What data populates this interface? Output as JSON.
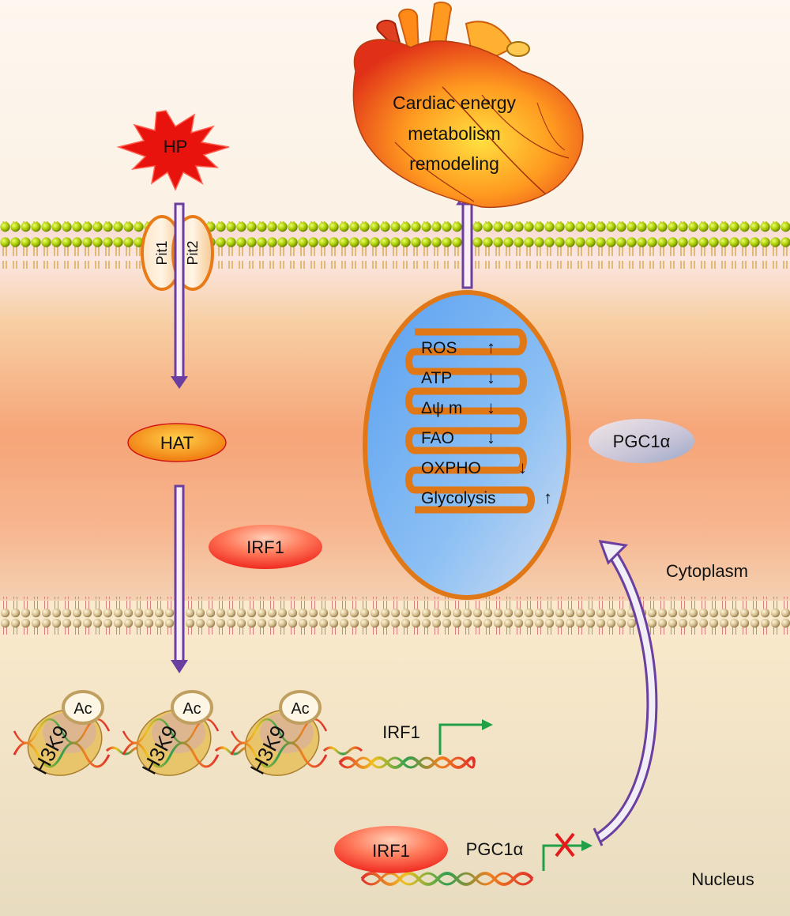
{
  "labels": {
    "stimulus": "HP",
    "pit1": "Pit1",
    "pit2": "Pit2",
    "hat": "HAT",
    "irf1_cyto": "IRF1",
    "pgc1a_cyto": "PGC1α",
    "cytoplasm": "Cytoplasm",
    "nucleus": "Nucleus",
    "heart_line1": "Cardiac energy",
    "heart_line2": "metabolism",
    "heart_line3": "remodeling",
    "ac": "Ac",
    "histone": "H3K9",
    "irf1_gene": "IRF1",
    "irf1_bound": "IRF1",
    "pgc1a_gene": "PGC1α"
  },
  "mito_items": [
    {
      "label": "ROS",
      "arrow": "↑"
    },
    {
      "label": "ATP",
      "arrow": "↓"
    },
    {
      "label": "Δψ m",
      "arrow": "↓"
    },
    {
      "label": "FAO",
      "arrow": "↓"
    },
    {
      "label": "OXPHO",
      "arrow": "↓"
    },
    {
      "label": "Glycolysis",
      "arrow": "↑"
    }
  ],
  "colors": {
    "membrane_head": "#a8c800",
    "nuclear_head": "#d4bd8c",
    "arrow": "#6a3fa0",
    "mito_outer": "#e07818",
    "mito_inner": "#7ab4f0",
    "green_arrow": "#22a048",
    "red_cross": "#e41b1b"
  }
}
